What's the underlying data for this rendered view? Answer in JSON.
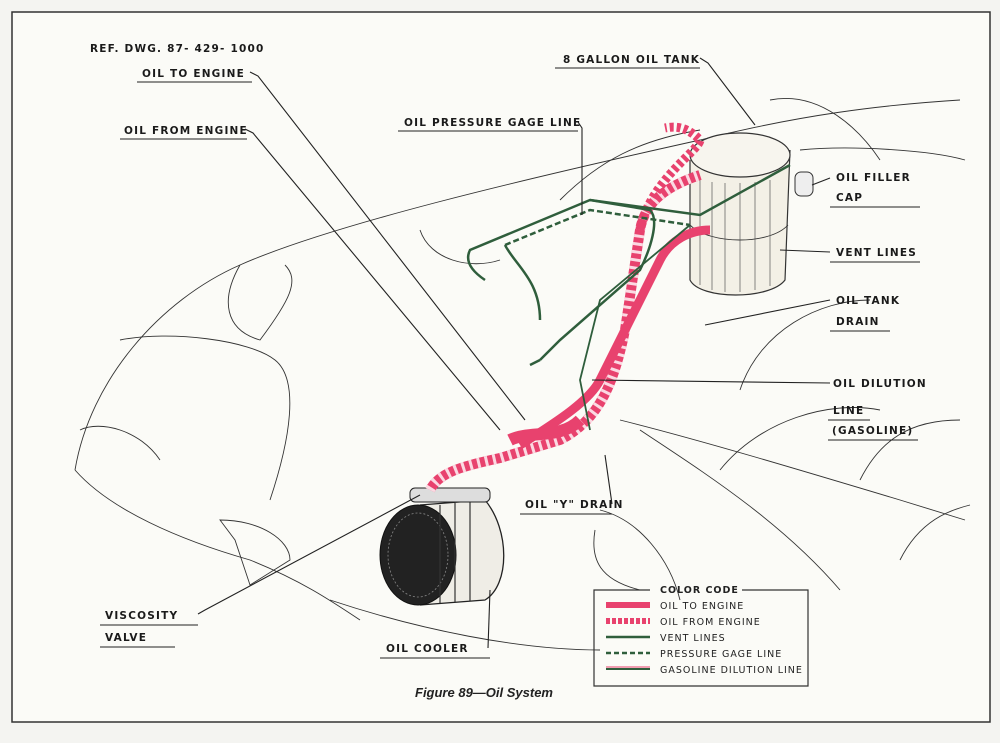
{
  "ref_drawing": "REF. DWG.  87- 429- 1000",
  "caption": "Figure 89—Oil System",
  "labels": {
    "oil_to_engine": "OIL TO ENGINE",
    "oil_from_engine": "OIL FROM ENGINE",
    "oil_pressure_gage_line": "OIL PRESSURE GAGE LINE",
    "gallon_oil_tank": "8 GALLON OIL TANK",
    "oil_filler_1": "OIL FILLER",
    "oil_filler_2": "CAP",
    "vent_lines": "VENT LINES",
    "oil_tank_drain_1": "OIL TANK",
    "oil_tank_drain_2": "DRAIN",
    "oil_dilution_1": "OIL DILUTION",
    "oil_dilution_2": "LINE",
    "oil_dilution_3": "(GASOLINE)",
    "oil_y_drain": "OIL \"Y\" DRAIN",
    "viscosity_1": "VISCOSITY",
    "viscosity_2": "VALVE",
    "oil_cooler": "OIL   COOLER"
  },
  "legend": {
    "title": "COLOR CODE",
    "items": [
      {
        "label": "OIL TO ENGINE",
        "color": "#e8426e"
      },
      {
        "label": "OIL FROM ENGINE",
        "color": "#e8426e"
      },
      {
        "label": "VENT LINES",
        "color": "#2f5e3c"
      },
      {
        "label": "PRESSURE GAGE LINE",
        "color": "#2f5e3c"
      },
      {
        "label": "GASOLINE DILUTION LINE",
        "color": "#2f5e3c"
      }
    ]
  },
  "colors": {
    "pink": "#e8426e",
    "green": "#2f5e3c",
    "paper": "#fbfbf7"
  }
}
